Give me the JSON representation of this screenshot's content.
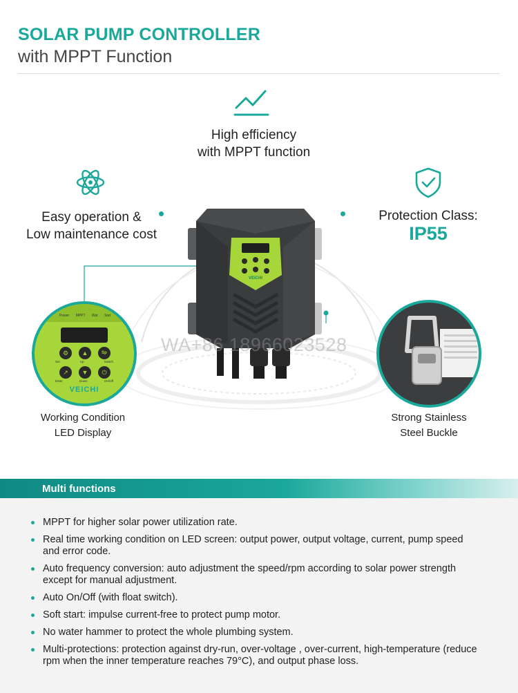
{
  "header": {
    "title": "SOLAR PUMP CONTROLLER",
    "subtitle": "with MPPT Function"
  },
  "features_top": [
    {
      "line1": "High efficiency",
      "line2": "with MPPT function",
      "icon": "trend-chart-icon"
    },
    {
      "line1": "Easy operation &",
      "line2": "Low maintenance cost",
      "icon": "atom-icon"
    },
    {
      "line1": "Protection Class:",
      "value": "IP55",
      "icon": "shield-check-icon"
    }
  ],
  "device": {
    "brand": "VEICHI",
    "indicators": [
      "Power",
      "MPPT",
      "Wat",
      "Stat"
    ],
    "buttons": [
      "Set",
      "Up",
      "Switch",
      "Enter",
      "Down",
      "On/Off"
    ],
    "keys": [
      "Sp"
    ]
  },
  "callouts": [
    {
      "line1": "Working Condition",
      "line2": "LED Display"
    },
    {
      "line1": "Strong Stainless",
      "line2": "Steel Buckle"
    }
  ],
  "watermark": "WA+86 18966023528",
  "multi_functions": {
    "title": "Multi functions",
    "items": [
      "MPPT for higher solar power utilization rate.",
      "Real time working condition on LED screen: output power, output voltage, current, pump speed and error code.",
      "Auto frequency conversion: auto adjustment the speed/rpm according to solar power strength except for manual adjustment.",
      "Auto On/Off (with float switch).",
      "Soft start:  impulse current-free to protect pump motor.",
      "No water hammer to protect the whole plumbing system.",
      "Multi-protections: protection against dry-run, over-voltage , over-current, high-temperature (reduce rpm when the inner temperature reaches 79°C), and output phase loss."
    ]
  },
  "colors": {
    "accent": "#1aa89a",
    "panel_green": "#a6d63a",
    "housing": "#3a3b3c"
  }
}
